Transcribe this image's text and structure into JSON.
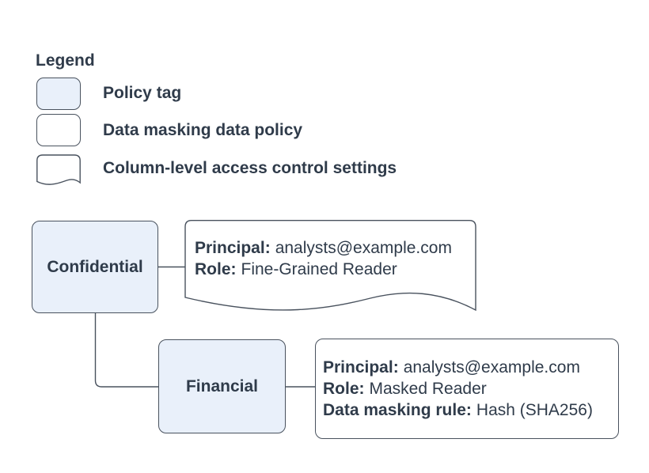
{
  "legend": {
    "title": "Legend",
    "items": [
      {
        "shape": "policy-tag-swatch",
        "label": "Policy tag"
      },
      {
        "shape": "data-masking-policy-swatch",
        "label": "Data masking data policy"
      },
      {
        "shape": "column-access-control-swatch",
        "label": "Column-level access control settings"
      }
    ]
  },
  "nodes": {
    "confidential": {
      "label": "Confidential"
    },
    "financial": {
      "label": "Financial"
    },
    "confidential_settings": {
      "lines": [
        {
          "label": "Principal:",
          "value": "analysts@example.com"
        },
        {
          "label": "Role:",
          "value": "Fine-Grained Reader"
        }
      ]
    },
    "financial_policy": {
      "lines": [
        {
          "label": "Principal:",
          "value": "analysts@example.com"
        },
        {
          "label": "Role:",
          "value": "Masked Reader"
        },
        {
          "label": "Data masking rule:",
          "value": "Hash (SHA256)"
        }
      ]
    }
  },
  "colors": {
    "stroke": "#49525e",
    "text": "#2f3b4a",
    "node-fill": "#e9f0fa",
    "white-fill": "#ffffff"
  }
}
